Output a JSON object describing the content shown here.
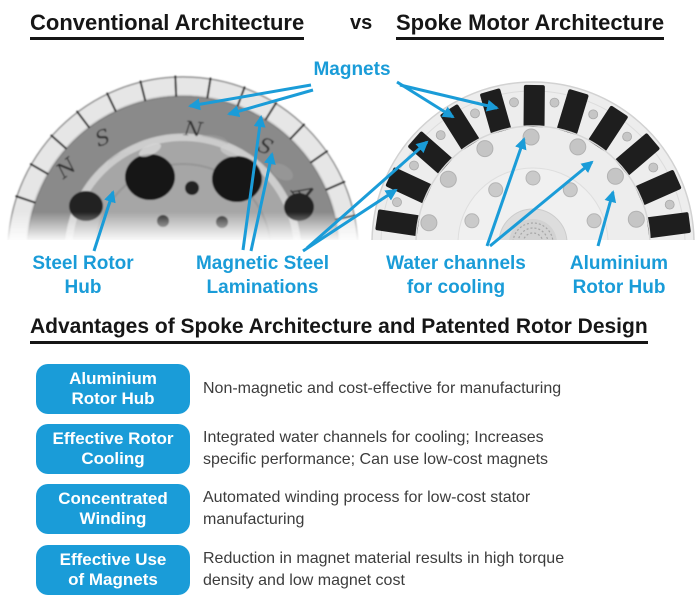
{
  "title": {
    "conventional": "Conventional Architecture",
    "vs": "vs",
    "spoke": "Spoke Motor Architecture"
  },
  "diagram": {
    "magnets_label": "Magnets",
    "rotor_markings": [
      "N",
      "S",
      "N",
      "S",
      "A"
    ],
    "callouts": [
      {
        "line1": "Steel Rotor",
        "line2": "Hub"
      },
      {
        "line1": "Magnetic Steel",
        "line2": "Laminations"
      },
      {
        "line1": "Water channels",
        "line2": "for cooling"
      },
      {
        "line1": "Aluminium",
        "line2": "Rotor Hub"
      }
    ]
  },
  "advantages": {
    "heading": "Advantages of Spoke Architecture and Patented Rotor Design",
    "rows": [
      {
        "badge_line1": "Aluminium",
        "badge_line2": "Rotor Hub",
        "desc_lines": [
          "Non-magnetic and cost-effective for manufacturing",
          ""
        ]
      },
      {
        "badge_line1": "Effective Rotor",
        "badge_line2": "Cooling",
        "desc_lines": [
          "Integrated water channels for cooling; Increases",
          "specific performance; Can use low-cost magnets"
        ]
      },
      {
        "badge_line1": "Concentrated",
        "badge_line2": "Winding",
        "desc_lines": [
          "Automated winding process for low-cost stator",
          "manufacturing"
        ]
      },
      {
        "badge_line1": "Effective Use",
        "badge_line2": "of Magnets",
        "desc_lines": [
          "Reduction in magnet material results in high torque",
          "density and low magnet cost"
        ]
      }
    ]
  },
  "colors": {
    "accent_blue": "#1A9CD8",
    "title_dark": "#161616",
    "body_text": "#3C3C3C",
    "magnet_black": "#1E1E1E"
  }
}
